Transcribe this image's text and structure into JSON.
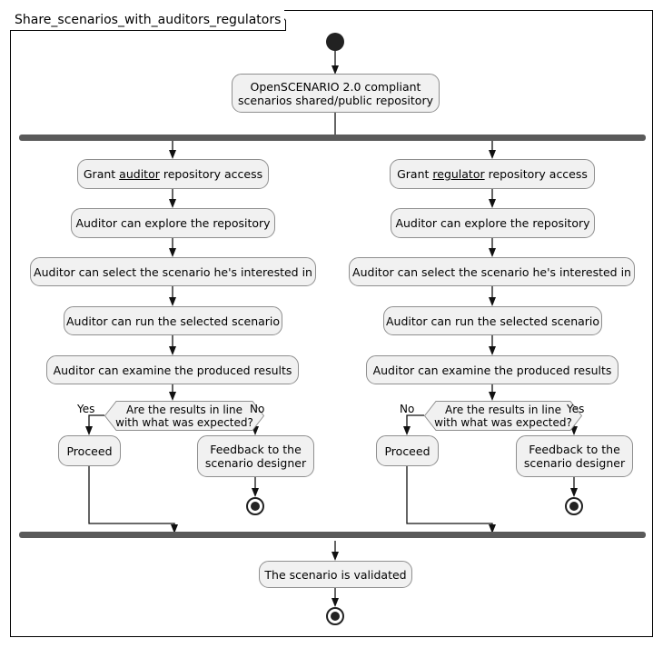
{
  "diagram": {
    "type": "uml-activity-diagram",
    "frame_title": "Share_scenarios_with_auditors_regulators",
    "colors": {
      "node_fill": "#F1F1F1",
      "node_border": "#8F8F8F",
      "bar_fill": "#5A5A5A",
      "edge": "#111111",
      "frame_border": "#000000",
      "background": "#FFFFFF"
    },
    "start_label": "start-node",
    "initial_activity": {
      "line1": "OpenSCENARIO 2.0 compliant",
      "line2": "scenarios shared/public repository"
    },
    "fork_bar": "fork",
    "join_bar": "join",
    "branches": [
      {
        "id": "auditor",
        "steps": [
          {
            "prefix": "Grant ",
            "emphasis": "auditor",
            "suffix": " repository access"
          },
          {
            "text": "Auditor can explore the repository"
          },
          {
            "text": "Auditor can select the scenario he's interested in"
          },
          {
            "text": "Auditor can run the selected scenario"
          },
          {
            "text": "Auditor can examine the produced results"
          }
        ],
        "decision": {
          "line1": "Are the results in line",
          "line2": "with what was expected?",
          "guard_left": "Yes",
          "guard_right": "No"
        },
        "left_outcome": "Proceed",
        "right_outcome": {
          "line1": "Feedback to the",
          "line2": "scenario designer"
        }
      },
      {
        "id": "regulator",
        "steps": [
          {
            "prefix": "Grant ",
            "emphasis": "regulator",
            "suffix": " repository access"
          },
          {
            "text": "Auditor can explore the repository"
          },
          {
            "text": "Auditor can select the scenario he's interested in"
          },
          {
            "text": "Auditor can run the selected scenario"
          },
          {
            "text": "Auditor can examine the produced results"
          }
        ],
        "decision": {
          "line1": "Are the results in line",
          "line2": "with what was expected?",
          "guard_left": "No",
          "guard_right": "Yes"
        },
        "left_outcome": "Proceed",
        "right_outcome": {
          "line1": "Feedback to the",
          "line2": "scenario designer"
        }
      }
    ],
    "final_activity": "The scenario is validated",
    "end_label": "end-node"
  }
}
